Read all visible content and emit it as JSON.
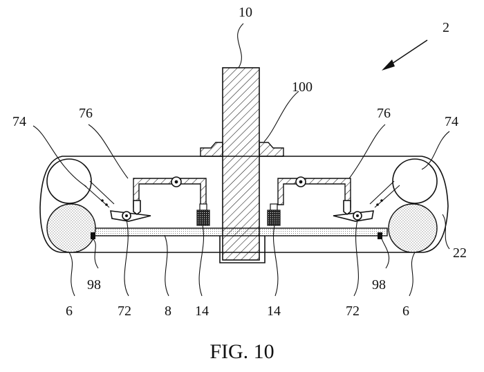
{
  "figure": {
    "caption": "FIG. 10",
    "reference_numerals": {
      "assembly": "2",
      "shaft": "10",
      "collar": "100",
      "arm_left": "76",
      "arm_right": "76",
      "spring_left": "74",
      "spring_right": "74",
      "housing": "22",
      "end_cap_left": "98",
      "end_cap_right": "98",
      "pivot_left": "72",
      "pivot_right": "72",
      "weight_left": "6",
      "weight_right": "6",
      "plate": "8",
      "stop_left": "14",
      "stop_right": "14"
    }
  }
}
